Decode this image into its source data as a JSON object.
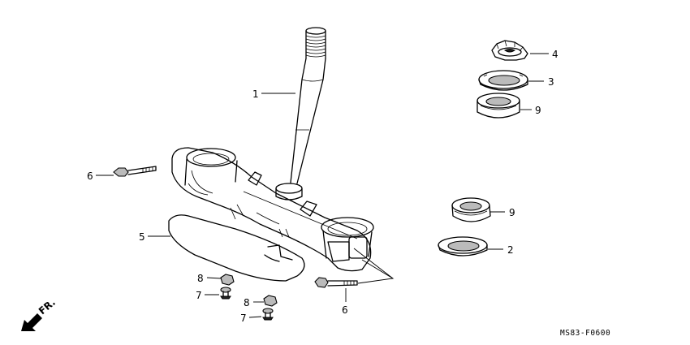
{
  "diagram": {
    "callouts": {
      "p1": "1",
      "p2": "2",
      "p3": "3",
      "p4": "4",
      "p5": "5",
      "p6a": "6",
      "p6b": "6",
      "p7a": "7",
      "p7b": "7",
      "p8a": "8",
      "p8b": "8",
      "p9a": "9",
      "p9b": "9"
    },
    "front_indicator": "FR.",
    "figure_code": "MS83-F0600"
  }
}
